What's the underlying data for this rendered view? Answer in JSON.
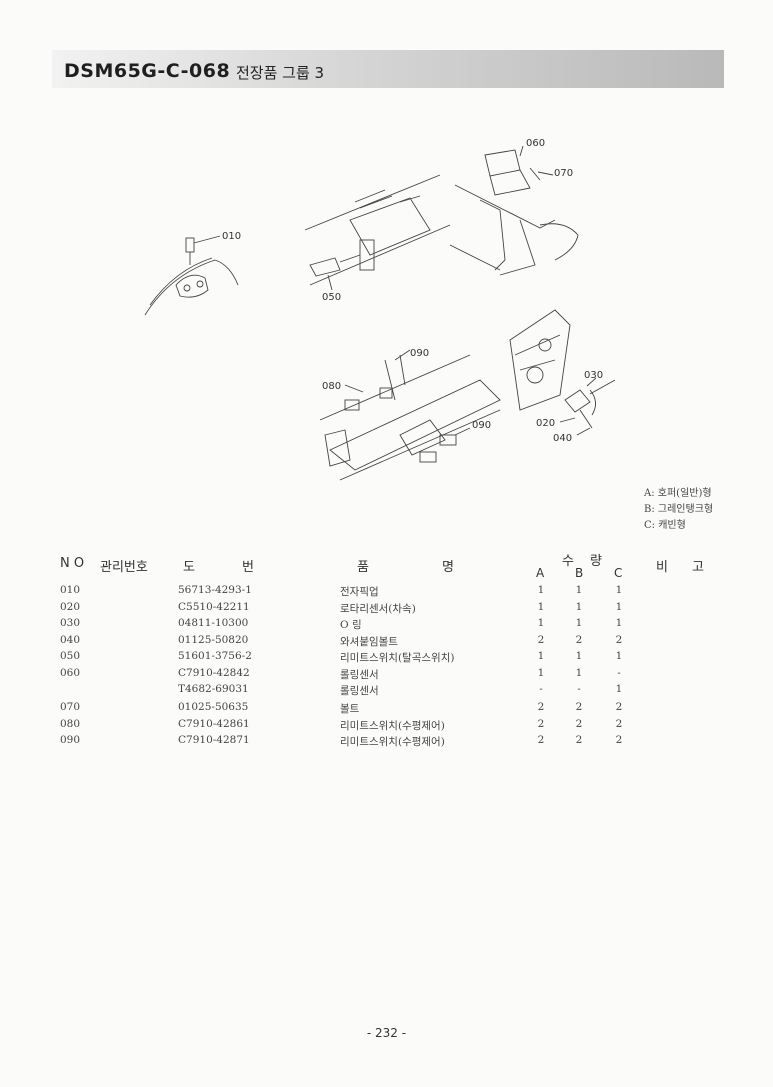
{
  "header": {
    "code": "DSM65G-C-068",
    "title": "전장품 그룹 3"
  },
  "diagram": {
    "callouts": [
      "010",
      "050",
      "060",
      "070",
      "080",
      "090",
      "090",
      "030",
      "020",
      "040"
    ]
  },
  "legend": [
    "A: 호퍼(일반)형",
    "B: 그레인탱크형",
    "C: 캐빈형"
  ],
  "table": {
    "headers": {
      "no": "N O",
      "mgmt": "관리번호",
      "drawing_1": "도",
      "drawing_2": "번",
      "name_1": "품",
      "name_2": "명",
      "qty_1": "수",
      "qty_2": "량",
      "a": "A",
      "b": "B",
      "c": "C",
      "remark_1": "비",
      "remark_2": "고"
    },
    "rows": [
      {
        "no": "010",
        "part": "56713-4293-1",
        "name": "전자픽업",
        "a": "1",
        "b": "1",
        "c": "1"
      },
      {
        "no": "020",
        "part": "C5510-42211",
        "name": "로타리센서(차속)",
        "a": "1",
        "b": "1",
        "c": "1"
      },
      {
        "no": "030",
        "part": "04811-10300",
        "name": "O 링",
        "a": "1",
        "b": "1",
        "c": "1"
      },
      {
        "no": "040",
        "part": "01125-50820",
        "name": "와셔붙임볼트",
        "a": "2",
        "b": "2",
        "c": "2"
      },
      {
        "no": "050",
        "part": "51601-3756-2",
        "name": "리미트스위치(탈곡스위치)",
        "a": "1",
        "b": "1",
        "c": "1"
      },
      {
        "no": "060",
        "part": "C7910-42842",
        "name": "롤링센서",
        "a": "1",
        "b": "1",
        "c": "-"
      },
      {
        "no": "",
        "part": "T4682-69031",
        "name": "롤링센서",
        "a": "-",
        "b": "-",
        "c": "1"
      },
      {
        "no": "070",
        "part": "01025-50635",
        "name": "볼트",
        "a": "2",
        "b": "2",
        "c": "2"
      },
      {
        "no": "080",
        "part": "C7910-42861",
        "name": "리미트스위치(수평제어)",
        "a": "2",
        "b": "2",
        "c": "2"
      },
      {
        "no": "090",
        "part": "C7910-42871",
        "name": "리미트스위치(수평제어)",
        "a": "2",
        "b": "2",
        "c": "2"
      }
    ]
  },
  "footer": {
    "page": "- 232 -"
  }
}
